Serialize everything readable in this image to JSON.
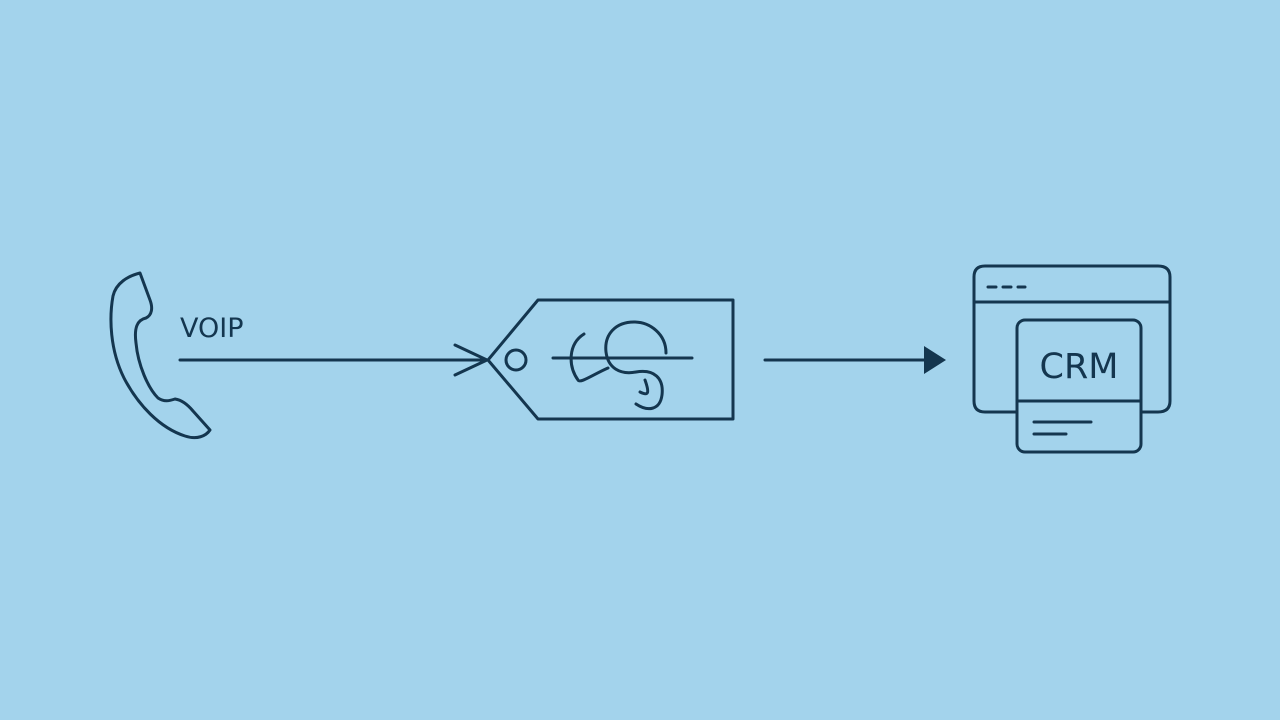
{
  "diagram": {
    "nodes": [
      {
        "id": "phone",
        "icon": "phone-handset-icon",
        "label": "VOIP"
      },
      {
        "id": "price-tag",
        "icon": "dollar-price-tag-icon"
      },
      {
        "id": "crm",
        "icon": "crm-browser-window-icon",
        "label": "CRM"
      }
    ],
    "edges": [
      {
        "from": "phone",
        "to": "price-tag"
      },
      {
        "from": "price-tag",
        "to": "crm"
      }
    ]
  },
  "colors": {
    "background": "#a3d3ec",
    "ink": "#14364f"
  }
}
